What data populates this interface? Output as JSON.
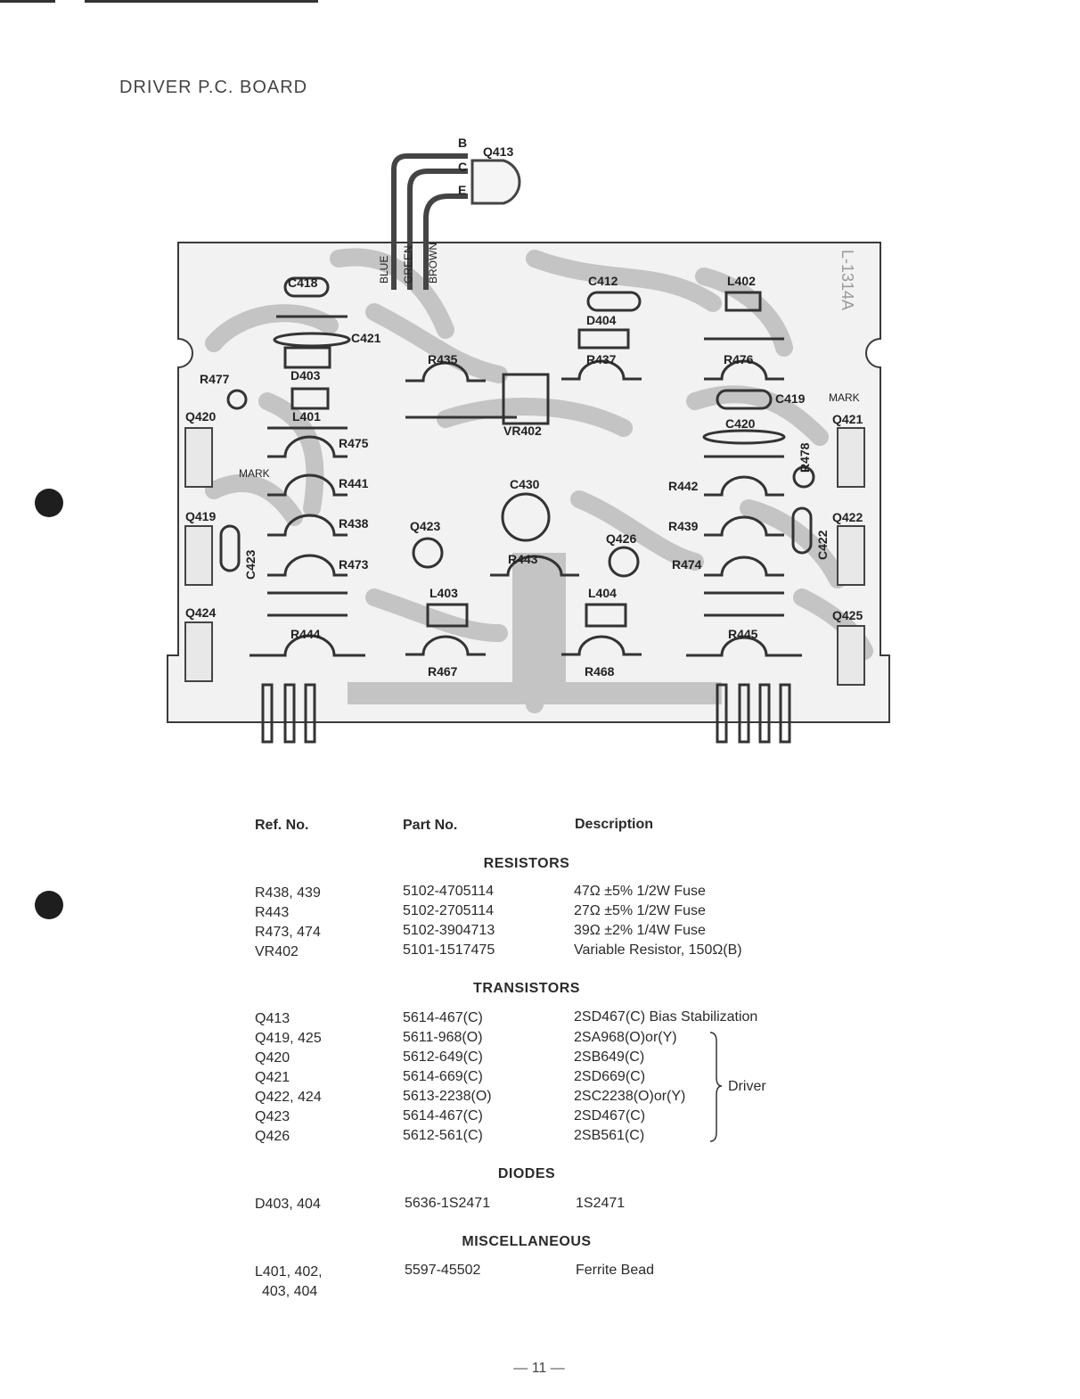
{
  "title": "DRIVER P.C. BOARD",
  "page_number": "— 11 —",
  "board": {
    "components": [
      "C418",
      "C421",
      "D403",
      "R477",
      "L401",
      "R475",
      "R441",
      "R438",
      "R473",
      "R444",
      "C423",
      "Q420",
      "Q419",
      "Q424",
      "Q413",
      "R435",
      "VR402",
      "C412",
      "D404",
      "R437",
      "L402",
      "R476",
      "C419",
      "C420",
      "R478",
      "Q421",
      "Q422",
      "Q425",
      "C430",
      "Q423",
      "Q426",
      "R443",
      "L403",
      "L404",
      "R467",
      "R468",
      "R442",
      "R439",
      "R474",
      "R445",
      "C422"
    ],
    "wires": [
      "BLUE",
      "GREEN",
      "BROWN"
    ],
    "pins": [
      "B",
      "C",
      "E"
    ],
    "mark": "MARK",
    "board_code": "L-1314A"
  },
  "table": {
    "headers": {
      "ref": "Ref. No.",
      "part": "Part No.",
      "desc": "Description"
    },
    "sections": [
      {
        "title": "RESISTORS",
        "rows": [
          {
            "ref": "R438, 439",
            "part": "5102-4705114",
            "desc": "47Ω ±5% 1/2W Fuse"
          },
          {
            "ref": "R443",
            "part": "5102-2705114",
            "desc": "27Ω ±5% 1/2W Fuse"
          },
          {
            "ref": "R473, 474",
            "part": "5102-3904713",
            "desc": "39Ω ±2% 1/4W Fuse"
          },
          {
            "ref": "VR402",
            "part": "5101-1517475",
            "desc": "Variable Resistor, 150Ω(B)"
          }
        ]
      },
      {
        "title": "TRANSISTORS",
        "rows": [
          {
            "ref": "Q413",
            "part": "5614-467(C)",
            "desc": "2SD467(C)  Bias Stabilization"
          },
          {
            "ref": "Q419, 425",
            "part": "5611-968(O)",
            "desc": "2SA968(O)or(Y)"
          },
          {
            "ref": "Q420",
            "part": "5612-649(C)",
            "desc": "2SB649(C)"
          },
          {
            "ref": "Q421",
            "part": "5614-669(C)",
            "desc": "2SD669(C)"
          },
          {
            "ref": "Q422, 424",
            "part": "5613-2238(O)",
            "desc": "2SC2238(O)or(Y)"
          },
          {
            "ref": "Q423",
            "part": "5614-467(C)",
            "desc": "2SD467(C)"
          },
          {
            "ref": "Q426",
            "part": "5612-561(C)",
            "desc": "2SB561(C)"
          }
        ],
        "group_label": "Driver"
      },
      {
        "title": "DIODES",
        "rows": [
          {
            "ref": "D403, 404",
            "part": "5636-1S2471",
            "desc": "1S2471"
          }
        ]
      },
      {
        "title": "MISCELLANEOUS",
        "rows": [
          {
            "ref": "L401, 402,",
            "part": "5597-45502",
            "desc": "Ferrite Bead"
          },
          {
            "ref": " 403, 404",
            "part": "",
            "desc": ""
          }
        ]
      }
    ]
  }
}
